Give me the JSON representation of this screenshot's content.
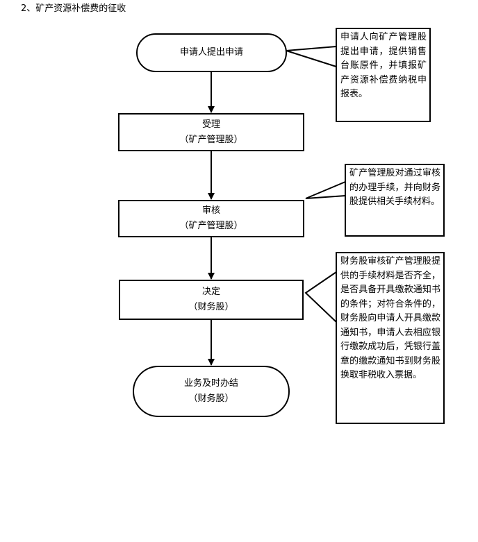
{
  "title": "2、矿产资源补偿费的征收",
  "steps": [
    {
      "line1": "申请人提出申请",
      "line2": ""
    },
    {
      "line1": "受理",
      "line2": "（矿产管理股）"
    },
    {
      "line1": "审核",
      "line2": "（矿产管理股）"
    },
    {
      "line1": "决定",
      "line2": "（财务股）"
    },
    {
      "line1": "业务及时办结",
      "line2": "（财务股）"
    }
  ],
  "notes": [
    "申请人向矿产管理股提出申请，提供销售台账原件，并填报矿产资源补偿费纳税申报表。",
    "矿产管理股对通过审核的办理手续，并向财务股提供相关手续材料。",
    "财务股审核矿产管理股提供的手续材料是否齐全，是否具备开具缴款通知书的条件；对符合条件的，财务股向申请人开具缴款通知书，申请人去相应银行缴款成功后，凭银行盖章的缴款通知书到财务股换取非税收入票据。"
  ]
}
